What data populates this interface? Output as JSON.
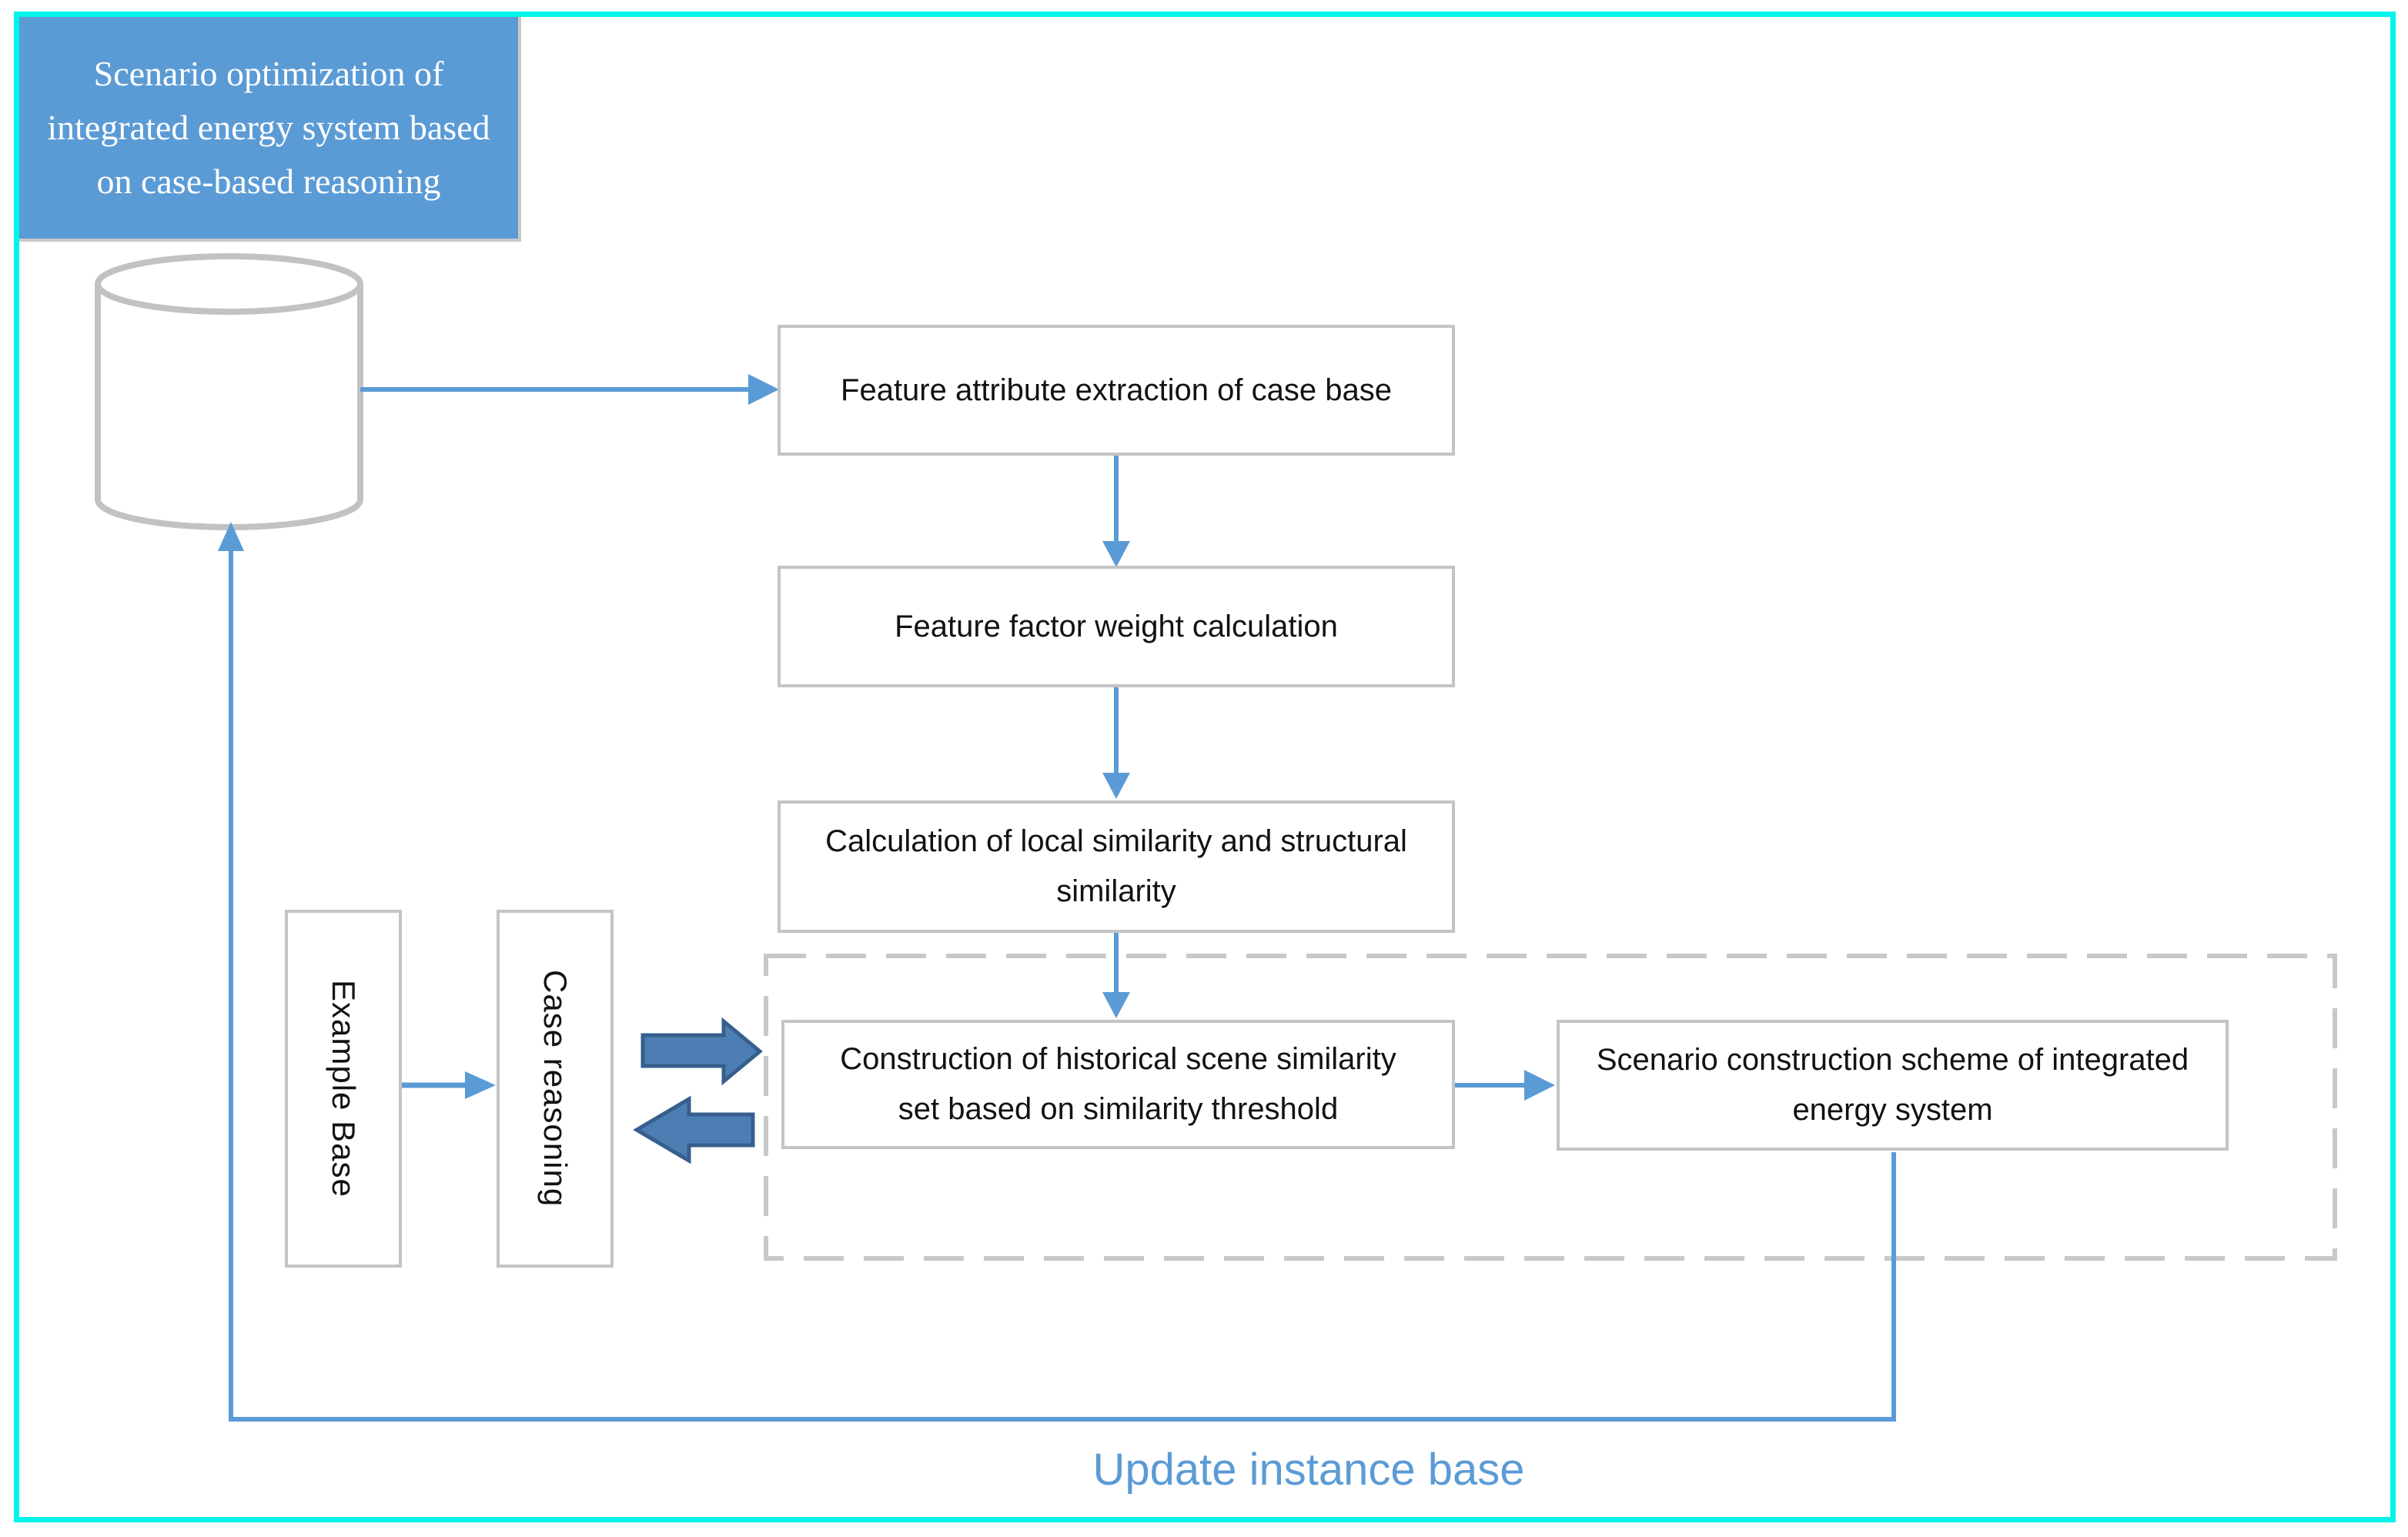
{
  "title_box": {
    "lines": [
      "Scenario optimization of",
      "integrated energy system based",
      "on case-based reasoning"
    ]
  },
  "flow": {
    "feature_extraction": {
      "lines": [
        "Feature attribute extraction of case base"
      ]
    },
    "weight_calculation": {
      "lines": [
        "Feature factor weight calculation"
      ]
    },
    "similarity_calculation": {
      "lines": [
        "Calculation of local similarity and structural",
        "similarity"
      ]
    },
    "scene_similarity_set": {
      "lines": [
        "Construction of historical scene similarity",
        "set based on similarity threshold"
      ]
    },
    "scenario_scheme": {
      "lines": [
        "Scenario construction scheme of integrated",
        "energy system"
      ]
    }
  },
  "side": {
    "example_base": {
      "label": "Example Base"
    },
    "case_reasoning": {
      "label": "Case reasoning"
    }
  },
  "labels": {
    "update": "Update instance base"
  },
  "icons": {
    "database": "database-cylinder-icon"
  },
  "colors": {
    "accent_blue": "#5b9bd5",
    "block_arrow_fill": "#4d7eb3",
    "block_arrow_stroke": "#365f8d",
    "page_border_cyan": "#00f6ea",
    "box_border_gray": "#c4c4c4",
    "dashed_gray": "#c8c8c8",
    "cylinder_gray": "#c2c2c2",
    "title_fill": "#5b9bd5"
  }
}
